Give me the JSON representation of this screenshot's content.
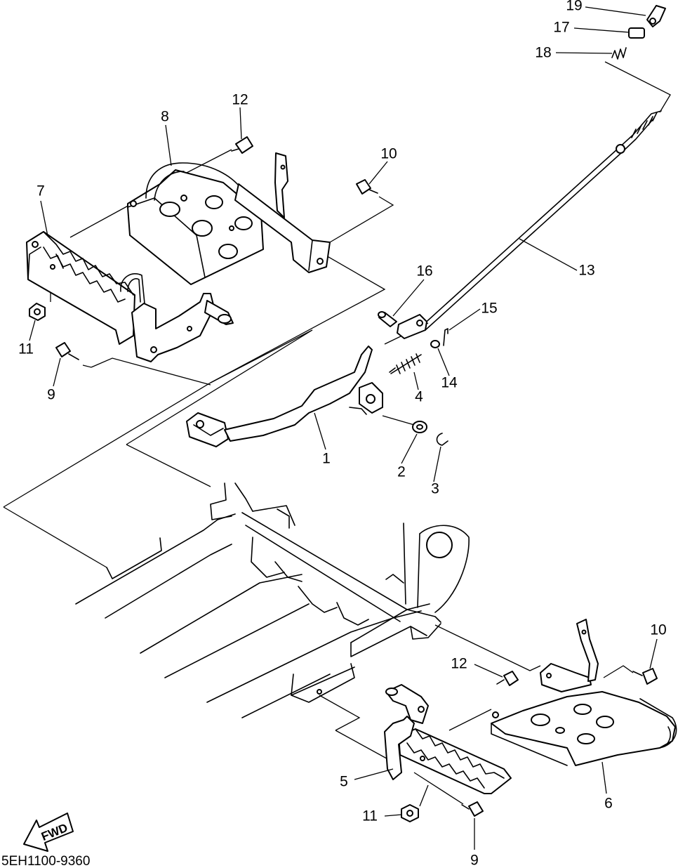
{
  "callouts": [
    {
      "id": "c19",
      "text": "19"
    },
    {
      "id": "c17",
      "text": "17"
    },
    {
      "id": "c18",
      "text": "18"
    },
    {
      "id": "c12a",
      "text": "12"
    },
    {
      "id": "c8",
      "text": "8"
    },
    {
      "id": "c10a",
      "text": "10"
    },
    {
      "id": "c7",
      "text": "7"
    },
    {
      "id": "c16",
      "text": "16"
    },
    {
      "id": "c13",
      "text": "13"
    },
    {
      "id": "c15",
      "text": "15"
    },
    {
      "id": "c11a",
      "text": "11"
    },
    {
      "id": "c14",
      "text": "14"
    },
    {
      "id": "c9a",
      "text": "9"
    },
    {
      "id": "c4",
      "text": "4"
    },
    {
      "id": "c1",
      "text": "1"
    },
    {
      "id": "c2",
      "text": "2"
    },
    {
      "id": "c3",
      "text": "3"
    },
    {
      "id": "c10b",
      "text": "10"
    },
    {
      "id": "c12b",
      "text": "12"
    },
    {
      "id": "c5",
      "text": "5"
    },
    {
      "id": "c6",
      "text": "6"
    },
    {
      "id": "c11b",
      "text": "11"
    },
    {
      "id": "c9b",
      "text": "9"
    }
  ],
  "fwd_label": "FWD",
  "diagram_code": "5EH1100-9360"
}
